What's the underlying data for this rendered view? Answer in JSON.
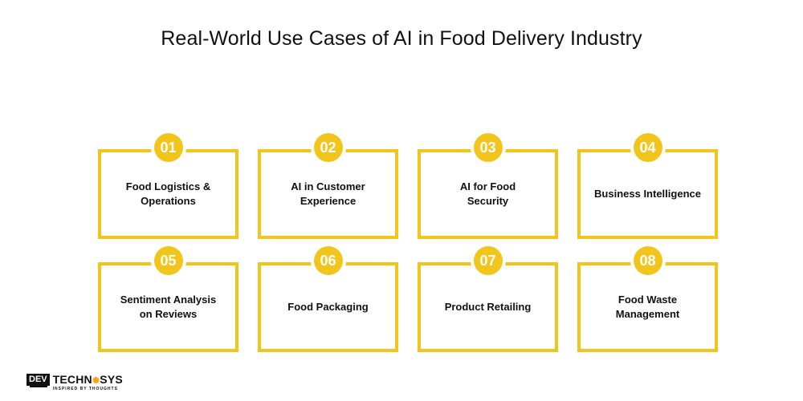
{
  "title": "Real-World Use Cases of AI in Food Delivery Industry",
  "accent_color": "#f2c51c",
  "cards": [
    {
      "number": "01",
      "label": "Food Logistics &\nOperations"
    },
    {
      "number": "02",
      "label": "AI in Customer\nExperience"
    },
    {
      "number": "03",
      "label": "AI for Food\nSecurity"
    },
    {
      "number": "04",
      "label": "Business Intelligence"
    },
    {
      "number": "05",
      "label": "Sentiment Analysis\non Reviews"
    },
    {
      "number": "06",
      "label": "Food Packaging"
    },
    {
      "number": "07",
      "label": "Product Retailing"
    },
    {
      "number": "08",
      "label": "Food Waste\nManagement"
    }
  ],
  "logo": {
    "dev": "DEV",
    "brand_left": "TECHN",
    "brand_dot": "✺",
    "brand_right": "SYS",
    "tagline": "INSPIRED BY THOUGHTS"
  }
}
